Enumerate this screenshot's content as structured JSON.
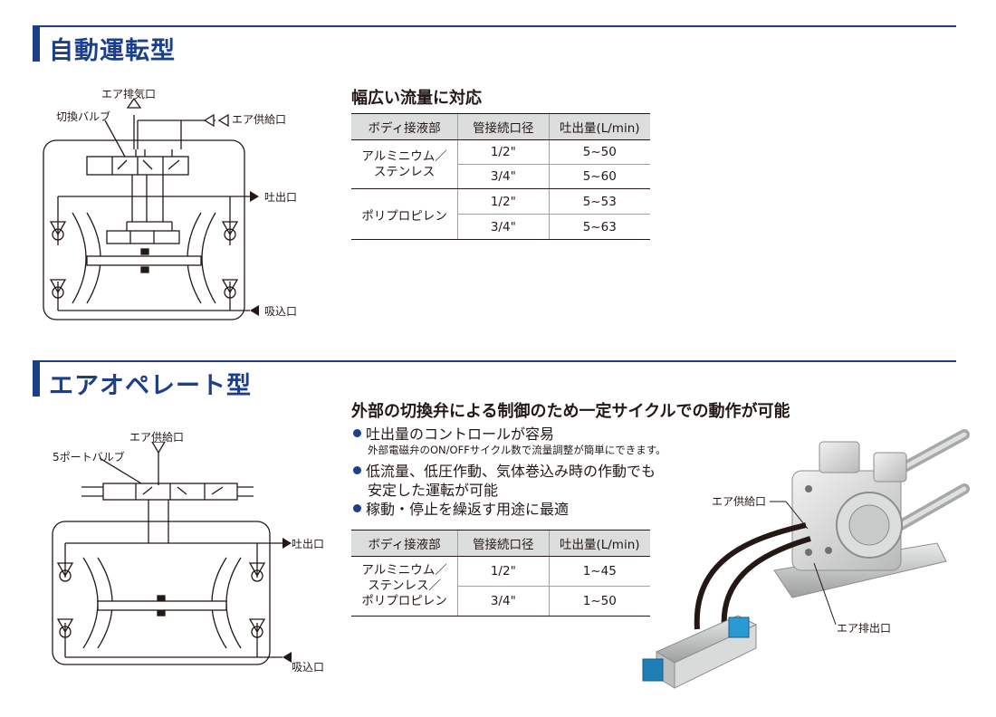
{
  "auto": {
    "title": "自動運転型",
    "diagram": {
      "exhaust_label": "エア排気口",
      "valve_label": "切換バルブ",
      "supply_label": "エア供給口",
      "discharge_label": "吐出口",
      "suction_label": "吸込口"
    },
    "heading": "幅広い流量に対応",
    "table": {
      "headers": [
        "ボディ接液部",
        "管接続口径",
        "吐出量(L/min)"
      ],
      "groups": [
        {
          "body_lines": [
            "アルミニウム／",
            "ステンレス"
          ],
          "rows": [
            [
              "1/2\"",
              "5~50"
            ],
            [
              "3/4\"",
              "5~60"
            ]
          ]
        },
        {
          "body_lines": [
            "ポリプロピレン"
          ],
          "rows": [
            [
              "1/2\"",
              "5~53"
            ],
            [
              "3/4\"",
              "5~63"
            ]
          ]
        }
      ]
    }
  },
  "airop": {
    "title": "エアオペレート型",
    "diagram": {
      "supply_label": "エア供給口",
      "valve_label": "5ポートバルブ",
      "discharge_label": "吐出口",
      "suction_label": "吸込口"
    },
    "heading": "外部の切換弁による制御のため一定サイクルでの動作が可能",
    "bullets": {
      "b1": "吐出量のコントロールが容易",
      "b1_note": "外部電磁弁のON/OFFサイクル数で流量調整が簡単にできます。",
      "b2": "低流量、低圧作動、気体巻込み時の作動でも",
      "b2_cont": "安定した運転が可能",
      "b3": "稼動・停止を繰返す用途に最適"
    },
    "table": {
      "headers": [
        "ボディ接液部",
        "管接続口径",
        "吐出量(L/min)"
      ],
      "groups": [
        {
          "body_lines": [
            "アルミニウム／",
            "ステンレス／",
            "ポリプロピレン"
          ],
          "rows": [
            [
              "1/2\"",
              "1~45"
            ],
            [
              "3/4\"",
              "1~50"
            ]
          ]
        }
      ]
    },
    "photo": {
      "supply_label": "エア供給口",
      "exhaust_label": "エア排出口"
    }
  },
  "colors": {
    "accent": "#1d3f8a",
    "header_bg": "#dcdddd",
    "text": "#231815"
  }
}
